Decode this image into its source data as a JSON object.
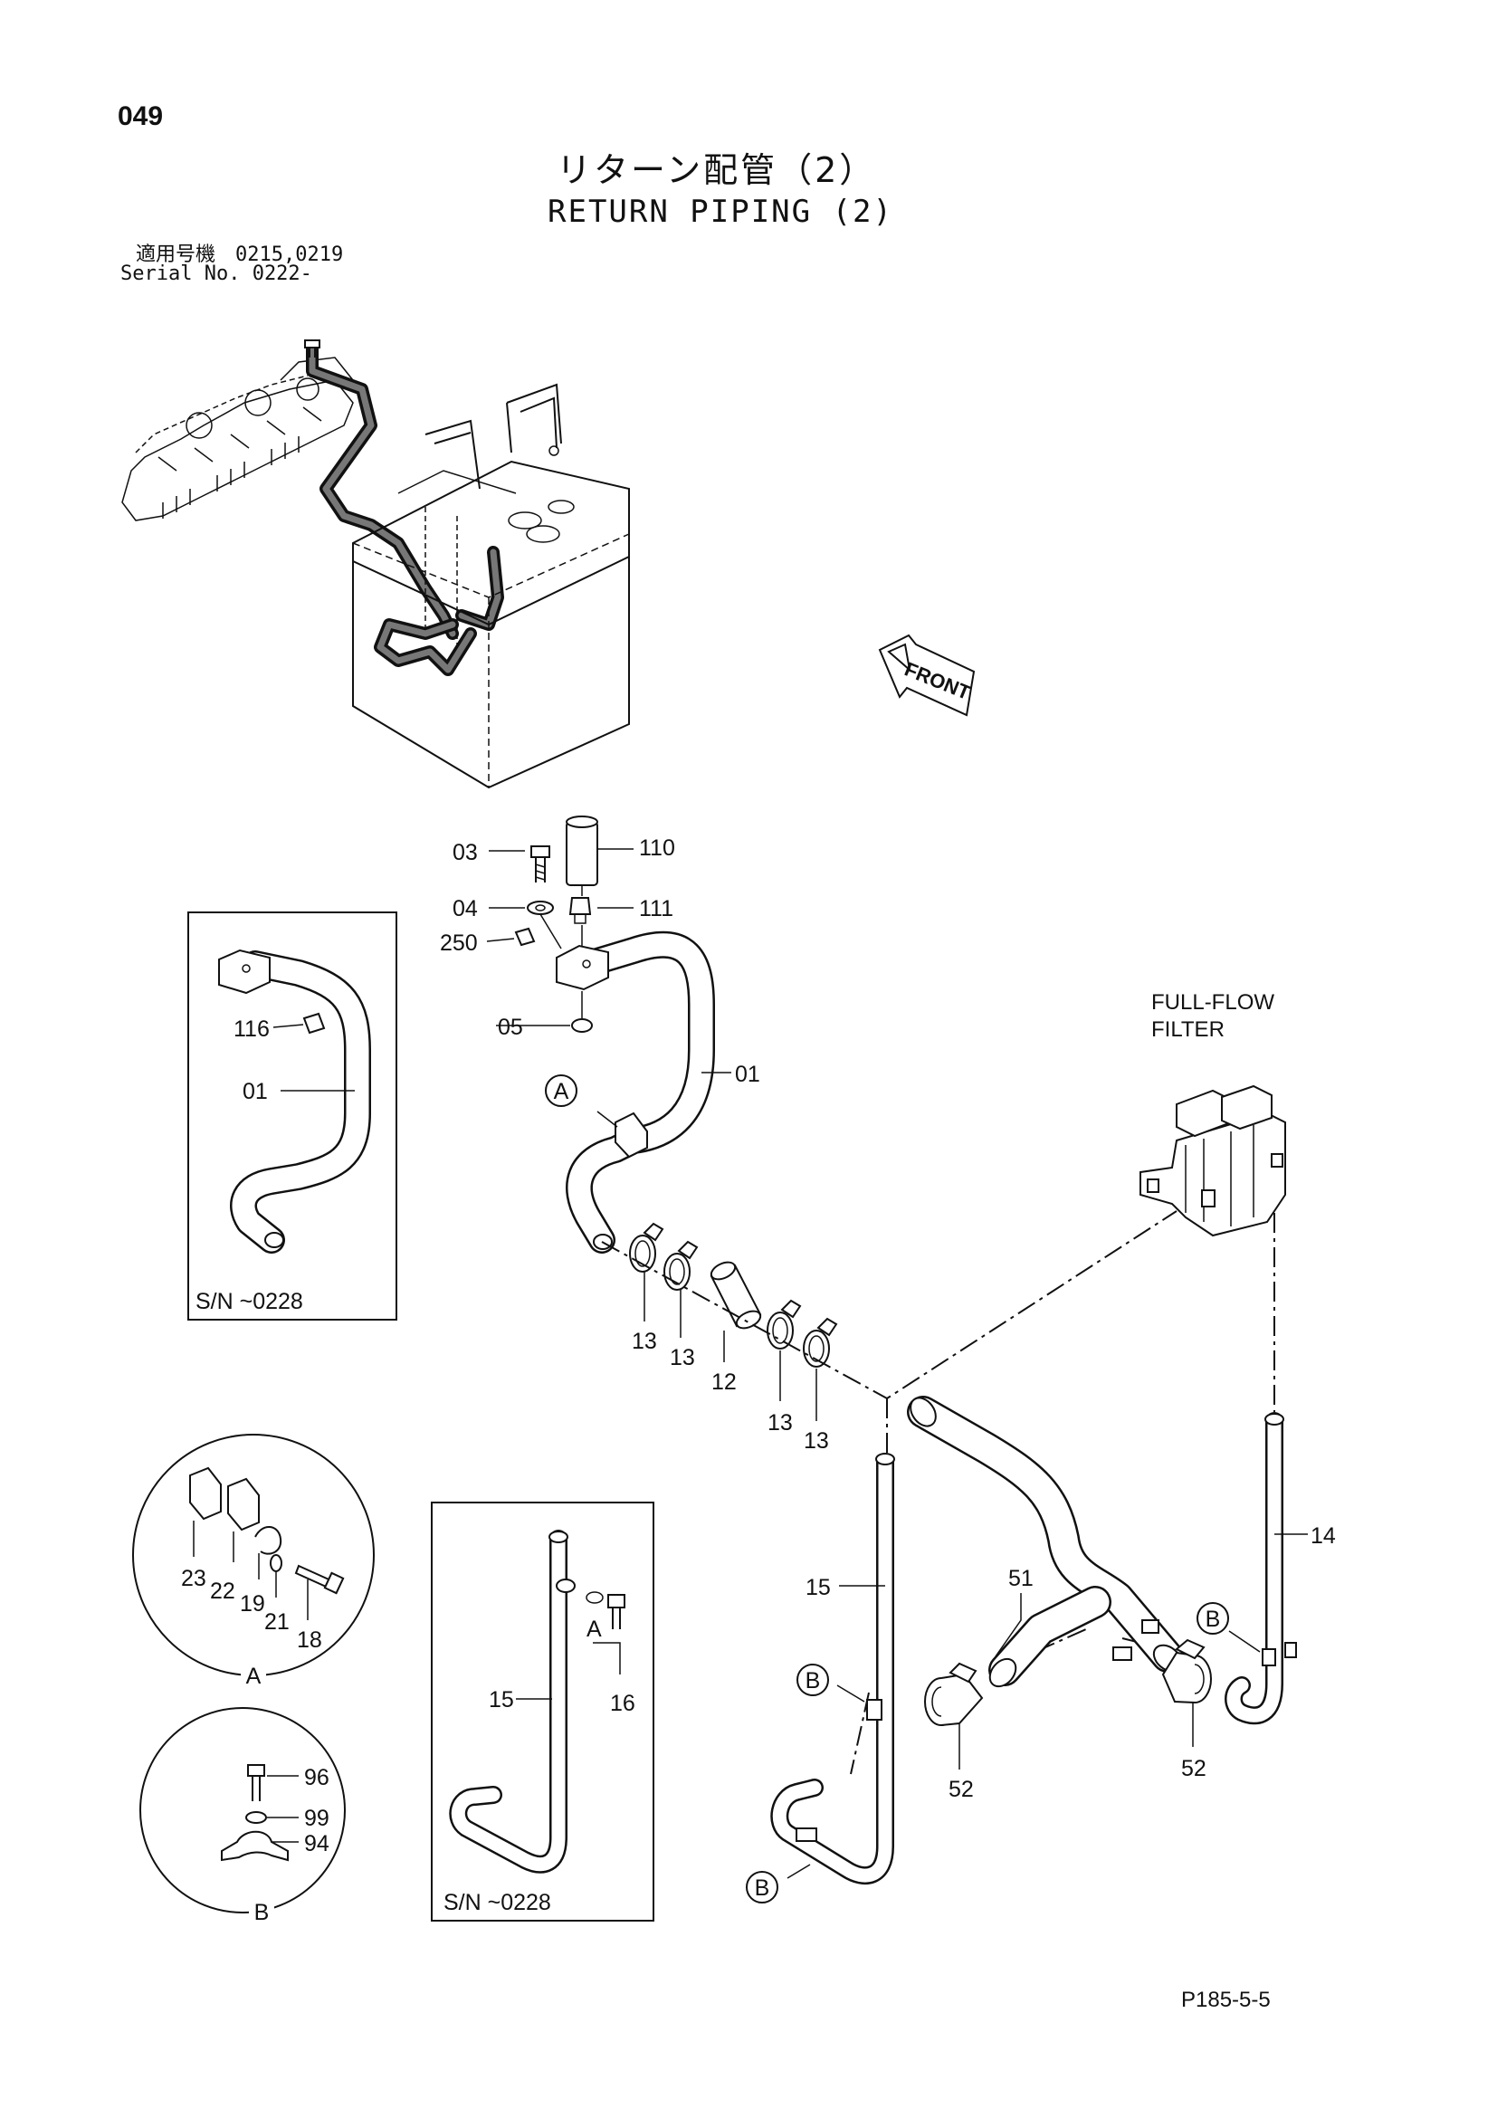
{
  "header": {
    "page_number": "049",
    "title_ja": "リターン配管（2）",
    "title_en": "RETURN PIPING (2)",
    "serial_line_ja": "適用号機　0215,0219",
    "serial_line_en": "Serial No. 0222-"
  },
  "overview": {
    "front_label": "FRONT"
  },
  "main": {
    "component_label": "FULL-FLOW\nFILTER",
    "callouts": {
      "p03": "03",
      "p04": "04",
      "p250": "250",
      "p05": "05",
      "p110": "110",
      "p111": "111",
      "p01": "01",
      "p13a": "13",
      "p13b": "13",
      "p12": "12",
      "p13c": "13",
      "p13d": "13",
      "p15": "15",
      "p51": "51",
      "p14": "14",
      "p52a": "52",
      "p52b": "52",
      "ref_a": "A",
      "ref_b1": "B",
      "ref_b2": "B",
      "ref_b3": "B"
    }
  },
  "inset_sn1": {
    "label": "S/N ~0228",
    "callouts": {
      "p116": "116",
      "p01": "01"
    }
  },
  "inset_sn2": {
    "label": "S/N ~0228",
    "callouts": {
      "p15": "15",
      "p16": "16",
      "a": "A"
    }
  },
  "detail_a": {
    "name": "A",
    "callouts": {
      "p23": "23",
      "p22": "22",
      "p19": "19",
      "p21": "21",
      "p18": "18"
    }
  },
  "detail_b": {
    "name": "B",
    "callouts": {
      "p96": "96",
      "p99": "99",
      "p94": "94"
    }
  },
  "footer": {
    "ref": "P185-5-5"
  }
}
